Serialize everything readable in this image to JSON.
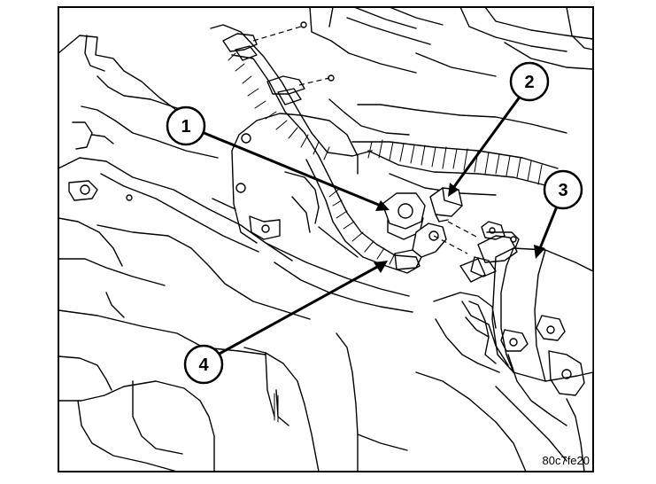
{
  "figure": {
    "id_code": "80c7fe20",
    "callouts": [
      {
        "number": "1"
      },
      {
        "number": "2"
      },
      {
        "number": "3"
      },
      {
        "number": "4"
      }
    ]
  }
}
